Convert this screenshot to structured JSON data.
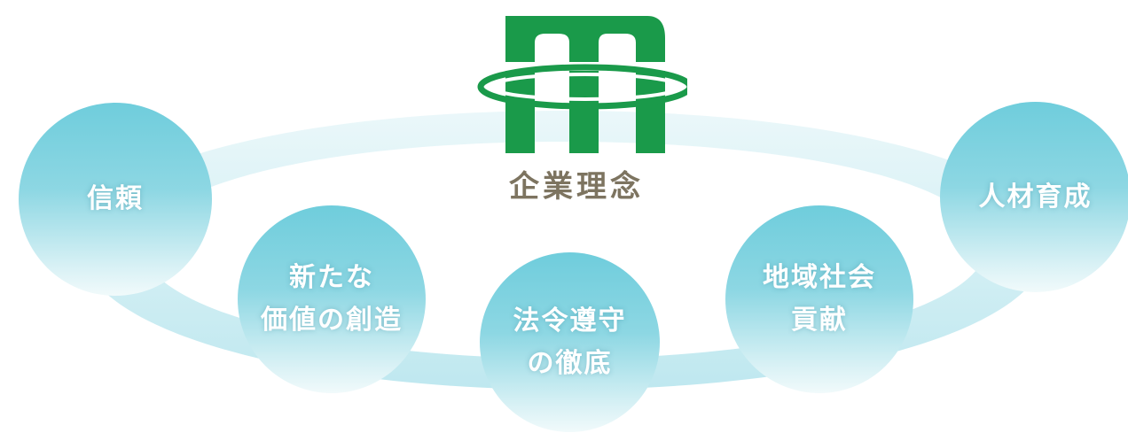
{
  "caption": "企業理念",
  "colors": {
    "brand_green": "#1a9a4a",
    "caption": "#7d7460",
    "circle_top": "#6fcddc",
    "circle_bottom": "#f1fafb",
    "ring": "#bfe8ef"
  },
  "values": [
    {
      "key": "trust",
      "lines": [
        "信頼"
      ]
    },
    {
      "key": "value",
      "lines": [
        "新たな",
        "価値の創造"
      ]
    },
    {
      "key": "law",
      "lines": [
        "法令遵守",
        "の徹底"
      ]
    },
    {
      "key": "region",
      "lines": [
        "地域社会",
        "貢献"
      ]
    },
    {
      "key": "people",
      "lines": [
        "人材育成"
      ]
    }
  ]
}
